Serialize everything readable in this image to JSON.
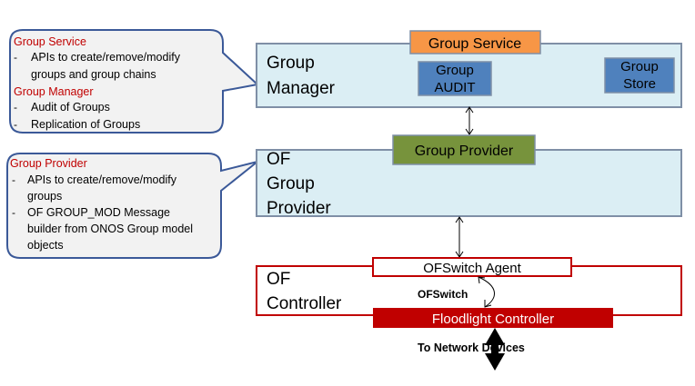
{
  "callouts": {
    "top": {
      "service_heading": "Group Service",
      "service_bullets": [
        "APIs to create/remove/modify",
        "groups and group chains"
      ],
      "manager_heading": "Group Manager",
      "manager_bullets": [
        "Audit of Groups",
        "Replication of Groups"
      ]
    },
    "provider": {
      "heading": "Group Provider",
      "bullets": [
        "APIs to create/remove/modify",
        "groups",
        "OF GROUP_MOD Message",
        "builder from  ONOS Group model",
        "objects"
      ]
    }
  },
  "group_manager": {
    "title_lines": [
      "Group",
      "Manager"
    ],
    "service_tab": "Group Service",
    "audit_lines": [
      "Group",
      "AUDIT"
    ],
    "store_lines": [
      "Group",
      "Store"
    ]
  },
  "of_group_provider": {
    "title_lines": [
      "OF",
      "Group",
      "Provider"
    ],
    "provider_tab": "Group Provider"
  },
  "of_controller": {
    "title_lines": [
      "OF",
      "Controller"
    ],
    "agent": "OFSwitch Agent",
    "link_label": "OFSwitch",
    "floodlight": "Floodlight Controller"
  },
  "bottom_label": "To Network Devices",
  "colors": {
    "callout_fill": "#f2f2f2",
    "callout_border": "#3b5998",
    "heading_red": "#c00000",
    "layer_fill": "#dbeef4",
    "layer_border": "#7f8fa6",
    "orange": "#f79646",
    "blue_box": "#4f81bd",
    "green_box": "#77933c",
    "dark_red": "#c00000"
  }
}
